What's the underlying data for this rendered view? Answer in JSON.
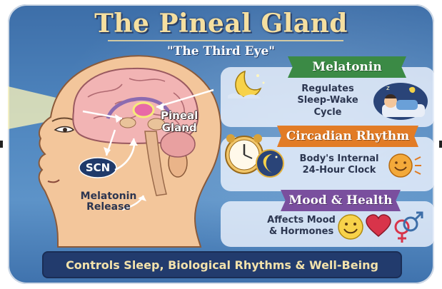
{
  "title": "The Pineal Gland",
  "subtitle": "\"The Third Eye\"",
  "diagram": {
    "pineal_label": [
      "Pineal",
      "Gland"
    ],
    "scn_label": "SCN",
    "melatonin_release_label": [
      "Melatonin",
      "Release"
    ]
  },
  "sections": [
    {
      "heading": "Melatonin",
      "text": [
        "Regulates",
        "Sleep-Wake Cycle"
      ],
      "color": "#3b8a45"
    },
    {
      "heading": "Circadian Rhythm",
      "text": [
        "Body's Internal",
        "24-Hour Clock"
      ],
      "color": "#e27c26"
    },
    {
      "heading": "Mood & Health",
      "text": [
        "Affects Mood",
        "& Hormones"
      ],
      "color": "#7a4f9e"
    }
  ],
  "footer": "Controls Sleep, Biological Rhythms & Well-Being",
  "icons": [
    "moon-icon",
    "sleeping-person-icon",
    "alarm-clock-icon",
    "moon-clock-icon",
    "smiling-sun-icon",
    "smiley-face-icon",
    "heart-icon",
    "gender-symbols-icon"
  ],
  "colors": {
    "background": "#4f86bf",
    "title": "#f5dfa0",
    "footer_bg": "#223b6d",
    "pineal": "#e86aa6"
  }
}
